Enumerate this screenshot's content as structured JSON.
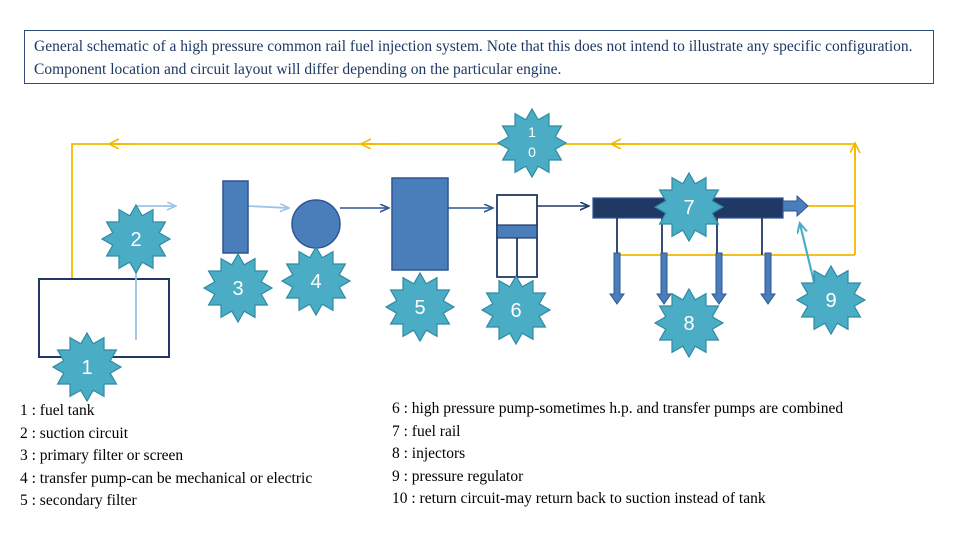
{
  "caption": "General schematic of a high pressure common rail fuel injection system. Note that this does not intend to illustrate any specific configuration. Component location and circuit layout will differ depending on the particular engine.",
  "badges": {
    "b1": "1",
    "b2": "2",
    "b3": "3",
    "b4": "4",
    "b5": "5",
    "b6": "6",
    "b7": "7",
    "b8": "8",
    "b9": "9",
    "b10_line1": "1",
    "b10_line2": "0"
  },
  "legend_left": [
    "1 : fuel tank",
    "2 : suction circuit",
    "3 : primary filter or screen",
    "4 : transfer pump-can be mechanical or electric",
    "5 : secondary filter"
  ],
  "legend_right": [
    "6 : high pressure pump-sometimes h.p. and transfer pumps are combined",
    "7 : fuel rail",
    "8 : injectors",
    "9 : pressure regulator",
    "10 : return circuit-may return back to suction instead of tank"
  ],
  "colors": {
    "return_line": "#f5b800",
    "suction_line": "#9dc3e6",
    "component_fill": "#4a7ebb",
    "component_stroke": "#2e5594",
    "rail_fill": "#1f3864",
    "badge_fill": "#4bacc6",
    "badge_stroke": "#2f8aa3"
  }
}
